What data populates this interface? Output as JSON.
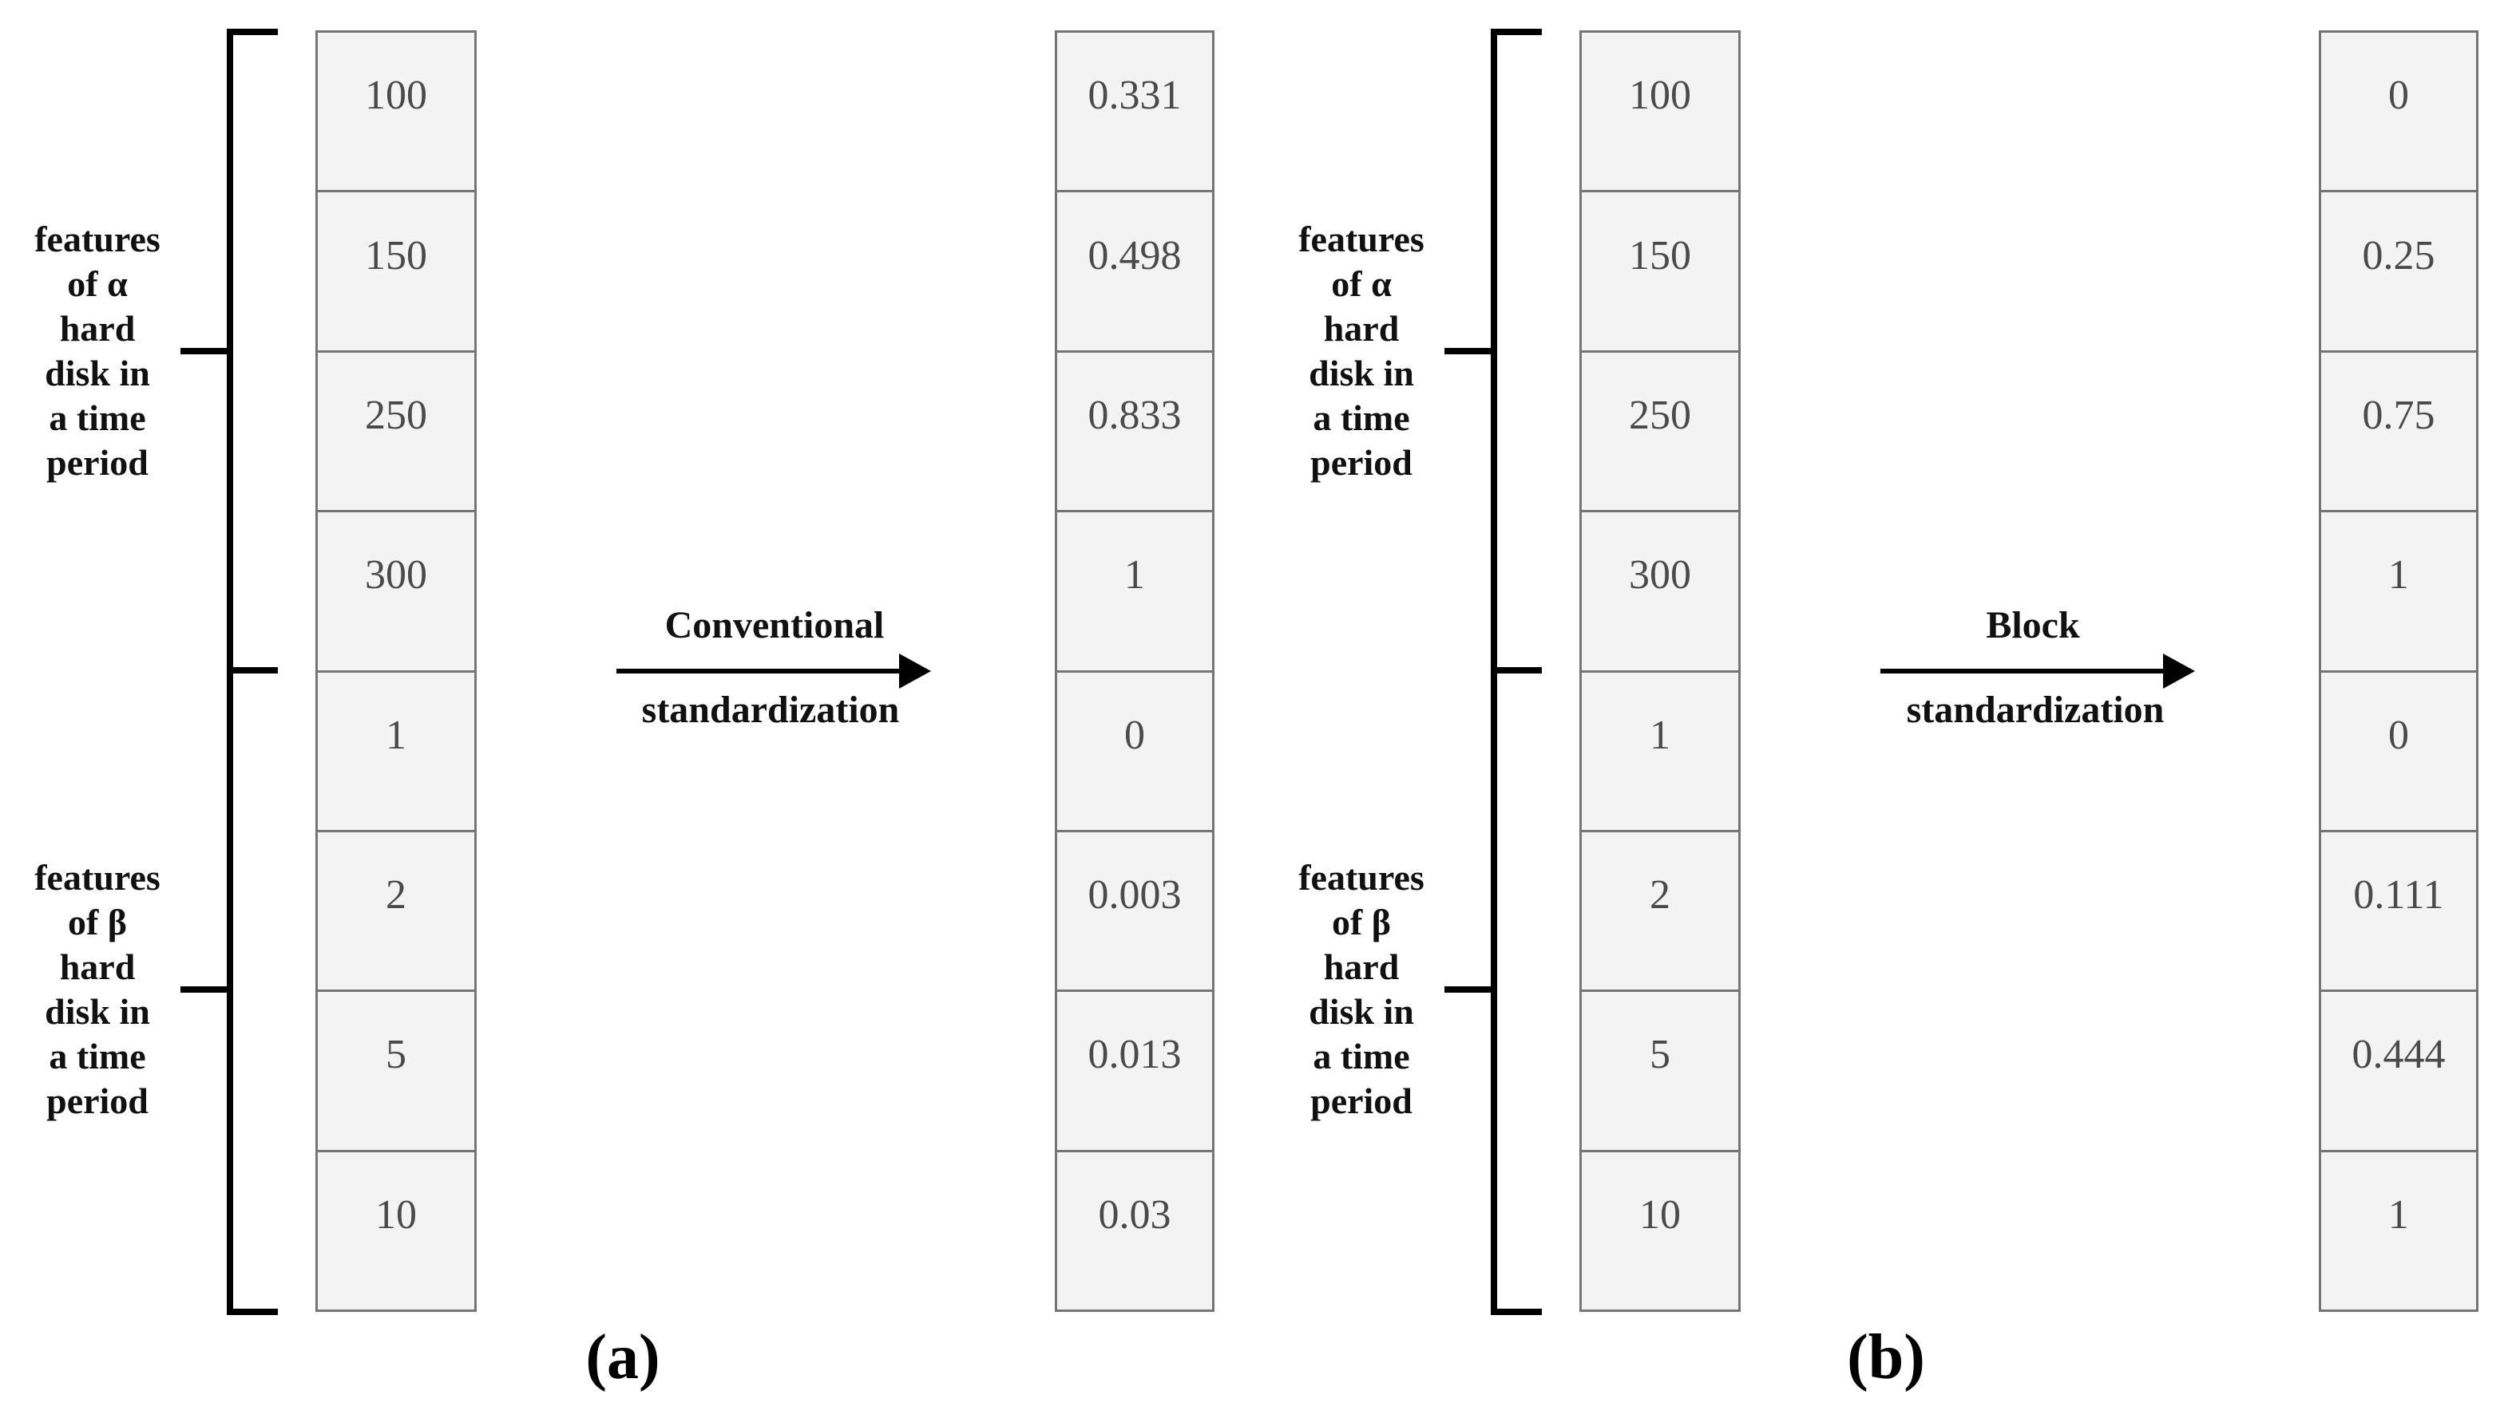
{
  "figure": {
    "background": "#ffffff",
    "cell_fill": "#f3f3f3",
    "cell_border_color": "#757575",
    "cell_text_color": "#4a4a4a",
    "line_color": "#000000",
    "panels": [
      {
        "id": "a",
        "caption": "(a)",
        "arrow_label_top": "Conventional",
        "arrow_label_bottom": "standardization",
        "group_labels": {
          "alpha": "features\nof α\nhard\ndisk in\na time\nperiod",
          "beta": "features\nof β\nhard\ndisk in\na time\nperiod"
        },
        "input_values": [
          "100",
          "150",
          "250",
          "300",
          "1",
          "2",
          "5",
          "10"
        ],
        "output_values": [
          "0.331",
          "0.498",
          "0.833",
          "1",
          "0",
          "0.003",
          "0.013",
          "0.03"
        ]
      },
      {
        "id": "b",
        "caption": "(b)",
        "arrow_label_top": "Block",
        "arrow_label_bottom": "standardization",
        "group_labels": {
          "alpha": "features\nof α\nhard\ndisk in\na time\nperiod",
          "beta": "features\nof β\nhard\ndisk in\na time\nperiod"
        },
        "input_values": [
          "100",
          "150",
          "250",
          "300",
          "1",
          "2",
          "5",
          "10"
        ],
        "output_values": [
          "0",
          "0.25",
          "0.75",
          "1",
          "0",
          "0.111",
          "0.444",
          "1"
        ]
      }
    ]
  }
}
